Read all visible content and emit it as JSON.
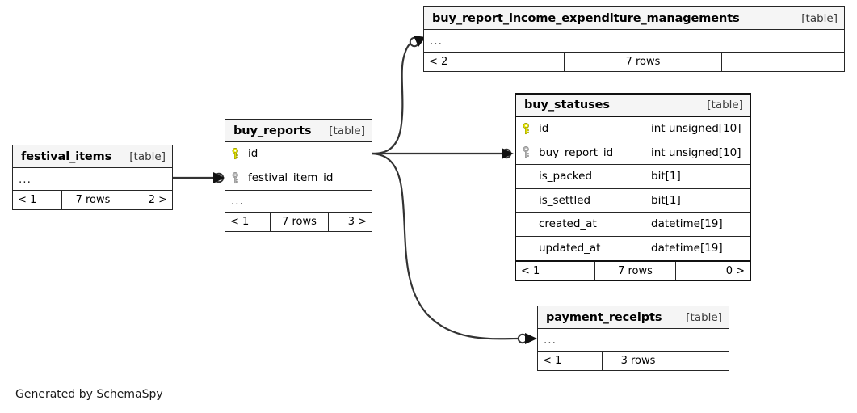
{
  "caption": "Generated by SchemaSpy",
  "table_tag": "[table]",
  "ellipsis": "...",
  "colors": {
    "primary_key": "#e8e800",
    "foreign_key": "#b3b3b3",
    "border": "#262626",
    "focal_border": "#111111",
    "header_background": "#f5f5f5",
    "page_background": "#ffffff"
  },
  "tables": {
    "buy_report_income_expenditure_managements": {
      "name": "buy_report_income_expenditure_managements",
      "tag": "[table]",
      "focal": false,
      "has_ellipsis_row": true,
      "columns": [],
      "footer": {
        "left": "< 2",
        "center": "7 rows",
        "right": ""
      }
    },
    "buy_statuses": {
      "name": "buy_statuses",
      "tag": "[table]",
      "focal": true,
      "has_ellipsis_row": false,
      "columns": [
        {
          "name": "id",
          "type": "int unsigned[10]",
          "key": "primary"
        },
        {
          "name": "buy_report_id",
          "type": "int unsigned[10]",
          "key": "foreign"
        },
        {
          "name": "is_packed",
          "type": "bit[1]",
          "key": "none"
        },
        {
          "name": "is_settled",
          "type": "bit[1]",
          "key": "none"
        },
        {
          "name": "created_at",
          "type": "datetime[19]",
          "key": "none"
        },
        {
          "name": "updated_at",
          "type": "datetime[19]",
          "key": "none"
        }
      ],
      "footer": {
        "left": "< 1",
        "center": "7 rows",
        "right": "0 >"
      }
    },
    "buy_reports": {
      "name": "buy_reports",
      "tag": "[table]",
      "focal": false,
      "has_ellipsis_row": true,
      "columns": [
        {
          "name": "id",
          "type": "",
          "key": "primary"
        },
        {
          "name": "festival_item_id",
          "type": "",
          "key": "foreign"
        }
      ],
      "footer": {
        "left": "< 1",
        "center": "7 rows",
        "right": "3 >"
      }
    },
    "festival_items": {
      "name": "festival_items",
      "tag": "[table]",
      "focal": false,
      "has_ellipsis_row": true,
      "columns": [],
      "footer": {
        "left": "< 1",
        "center": "7 rows",
        "right": "2 >"
      }
    },
    "payment_receipts": {
      "name": "payment_receipts",
      "tag": "[table]",
      "focal": false,
      "has_ellipsis_row": true,
      "columns": [],
      "footer": {
        "left": "< 1",
        "center": "3 rows",
        "right": ""
      }
    }
  },
  "relationships": [
    {
      "from": "festival_items",
      "to": "buy_reports",
      "to_column": "festival_item_id"
    },
    {
      "from": "buy_reports",
      "to": "buy_report_income_expenditure_managements",
      "to_column": "..."
    },
    {
      "from": "buy_reports",
      "to": "buy_statuses",
      "to_column": "buy_report_id"
    },
    {
      "from": "buy_reports",
      "to": "payment_receipts",
      "to_column": "..."
    }
  ]
}
